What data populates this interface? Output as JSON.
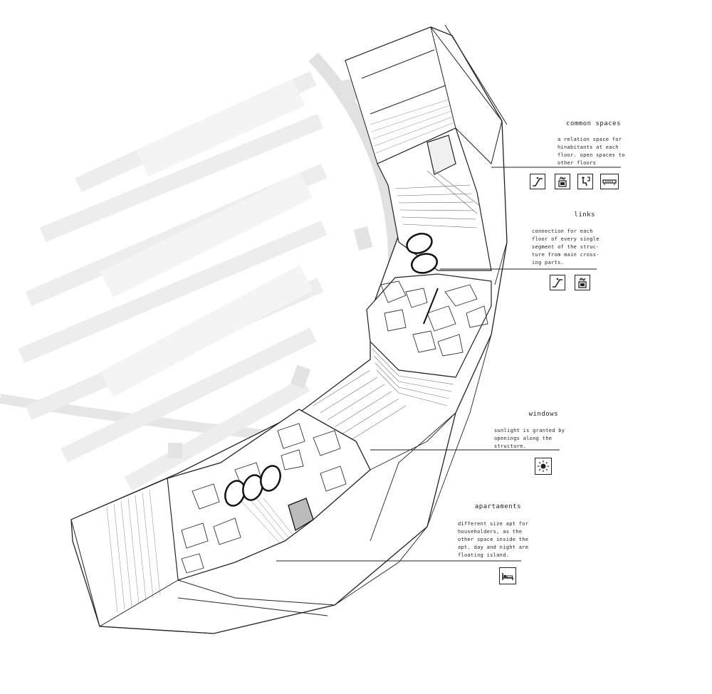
{
  "annotations": {
    "common_spaces": {
      "title": "common spaces",
      "lines": [
        "a relation space for",
        "hinabitants at each",
        "floor. open spaces to",
        "other floors"
      ],
      "icons": [
        "escalator-icon",
        "elevator-icon",
        "person-seat-icon",
        "bench-icon"
      ]
    },
    "links": {
      "title": "links",
      "lines": [
        "connection for each",
        "floor of every single",
        "segment of the struc-",
        "ture from main cross-",
        "ing parts."
      ],
      "icons": [
        "escalator-icon",
        "elevator-icon"
      ]
    },
    "windows": {
      "title": "windows",
      "lines": [
        "sunlight is granted by",
        "openings along the",
        "structure."
      ],
      "icons": [
        "sun-icon"
      ]
    },
    "apartments": {
      "title": "apartaments",
      "lines": [
        "different size apt for",
        "householders, as the",
        "other space inside the",
        "apt. day and night are",
        "floating island."
      ],
      "icons": [
        "bed-icon"
      ]
    }
  },
  "colors": {
    "ink": "#222222",
    "ghost": "#e2e2e2",
    "paper": "#ffffff"
  }
}
